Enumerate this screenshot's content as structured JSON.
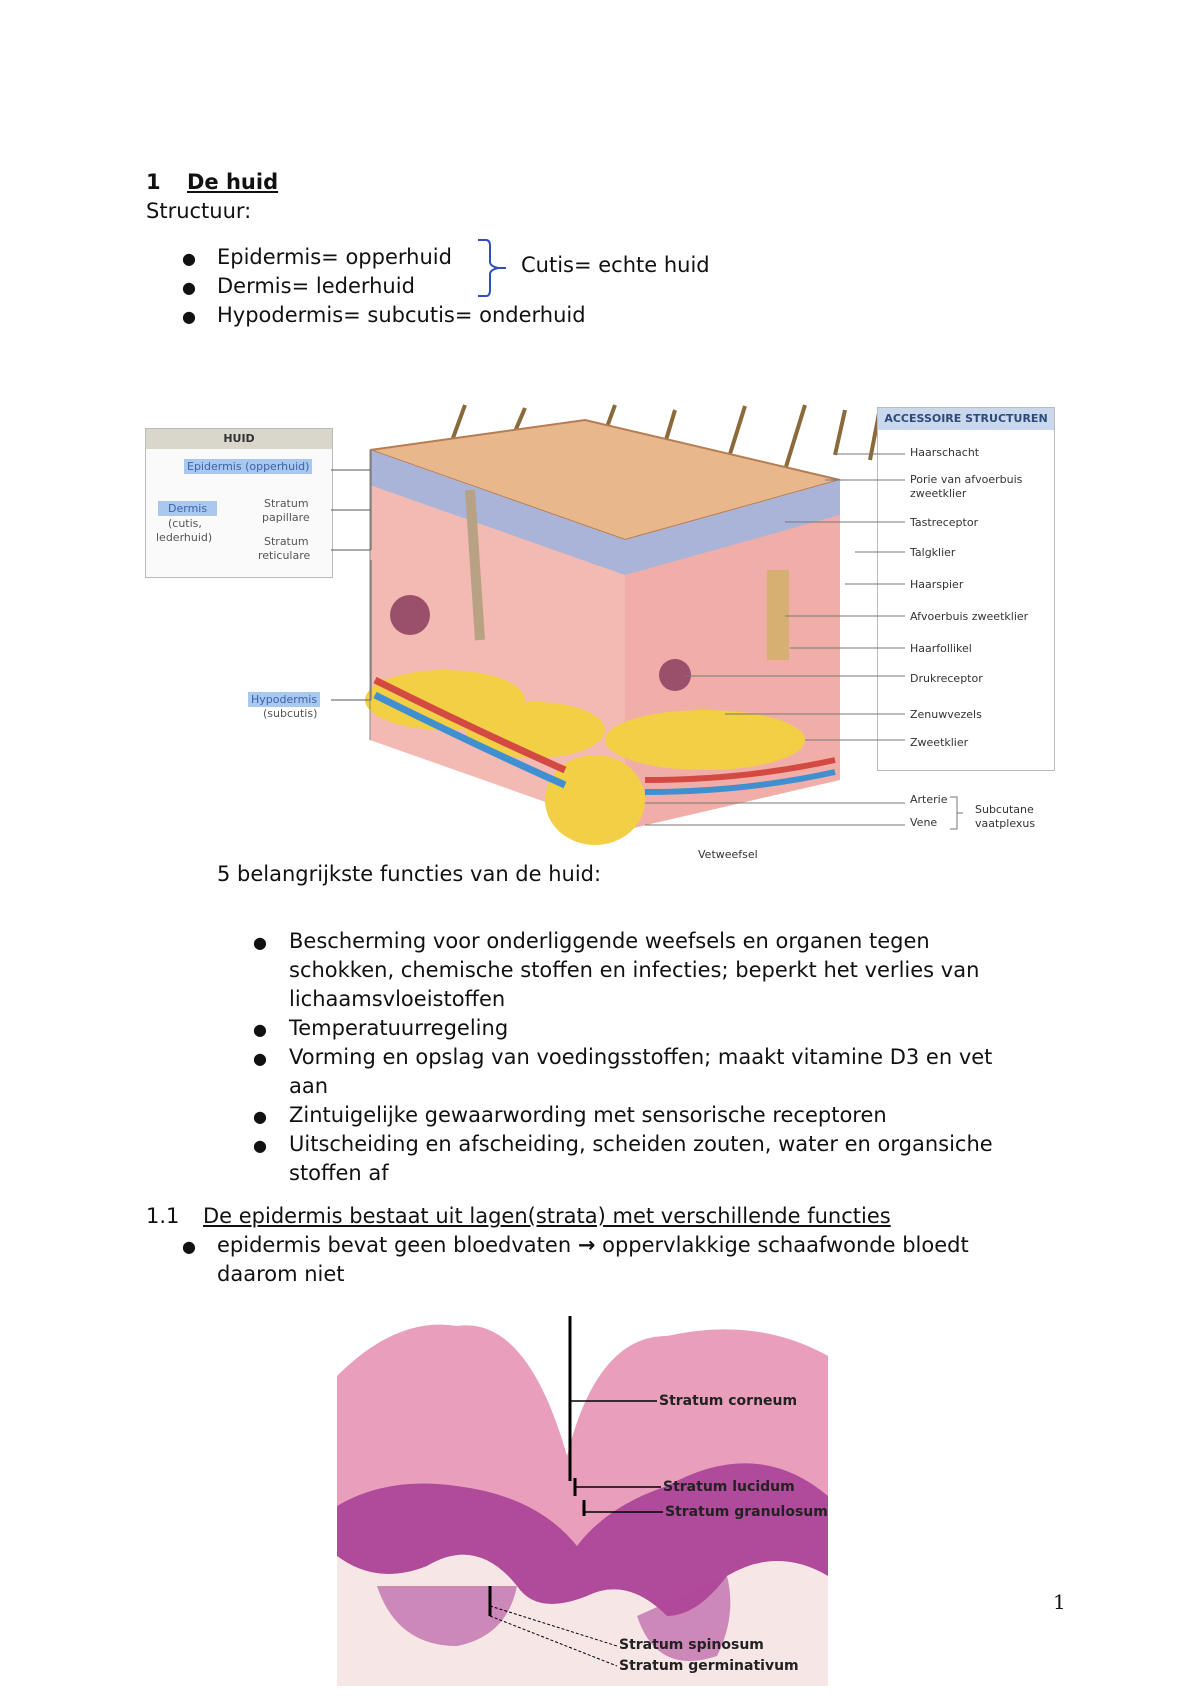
{
  "heading": {
    "number": "1",
    "title": "De huid"
  },
  "structure_label": "Structuur:",
  "layers": [
    "Epidermis= opperhuid",
    "Dermis= lederhuid",
    "Hypodermis= subcutis= onderhuid"
  ],
  "cutis_note": "Cutis= echte huid",
  "figure1": {
    "huid_box_title": "HUID",
    "epidermis": "Epidermis (opperhuid)",
    "dermis": "Dermis",
    "dermis_sub1": "(cutis,",
    "dermis_sub2": "lederhuid)",
    "stratum_pap1": "Stratum",
    "stratum_pap2": "papillare",
    "stratum_ret1": "Stratum",
    "stratum_ret2": "reticulare",
    "hypodermis": "Hypodermis",
    "hypodermis_sub": "(subcutis)",
    "acc_title": "ACCESSOIRE STRUCTUREN",
    "acc_items": [
      "Haarschacht",
      "Porie van afvoerbuis",
      "zweetklier",
      "Tastreceptor",
      "Talgklier",
      "Haarspier",
      "Afvoerbuis zweetklier",
      "Haarfollikel",
      "Drukreceptor",
      "Zenuwvezels",
      "Zweetklier"
    ],
    "arterie": "Arterie",
    "vene": "Vene",
    "subcutane1": "Subcutane",
    "subcutane2": "vaatplexus",
    "vetweefsel": "Vetweefsel"
  },
  "functions_intro_cut": "5 belangrijkste functies van de huid:",
  "functions": [
    [
      "Bescherming voor onderliggende weefsels en organen tegen",
      "schokken, chemische stoffen en infecties; beperkt het verlies van",
      "lichaamsvloeistoffen"
    ],
    [
      "Temperatuurregeling"
    ],
    [
      "Vorming en opslag van voedingsstoffen; maakt vitamine D3 en vet",
      "aan"
    ],
    [
      "Zintuigelijke gewaarwording met sensorische receptoren"
    ],
    [
      "Uitscheiding en afscheiding, scheiden zouten, water en organsiche",
      "stoffen af"
    ]
  ],
  "section_1_1": {
    "number": "1.1",
    "title": "De epidermis bestaat uit lagen(strata) met verschillende functies",
    "bullet_part1": "epidermis bevat geen bloedvaten",
    "arrow": "→",
    "bullet_part2": "oppervlakkige schaafwonde bloedt",
    "bullet_line2": "daarom niet"
  },
  "figure2": {
    "corneum": "Stratum corneum",
    "lucidum": "Stratum lucidum",
    "granulosum": "Stratum granulosum",
    "spinosum": "Stratum spinosum",
    "germinativum": "Stratum germinativum"
  },
  "page_number": "1"
}
